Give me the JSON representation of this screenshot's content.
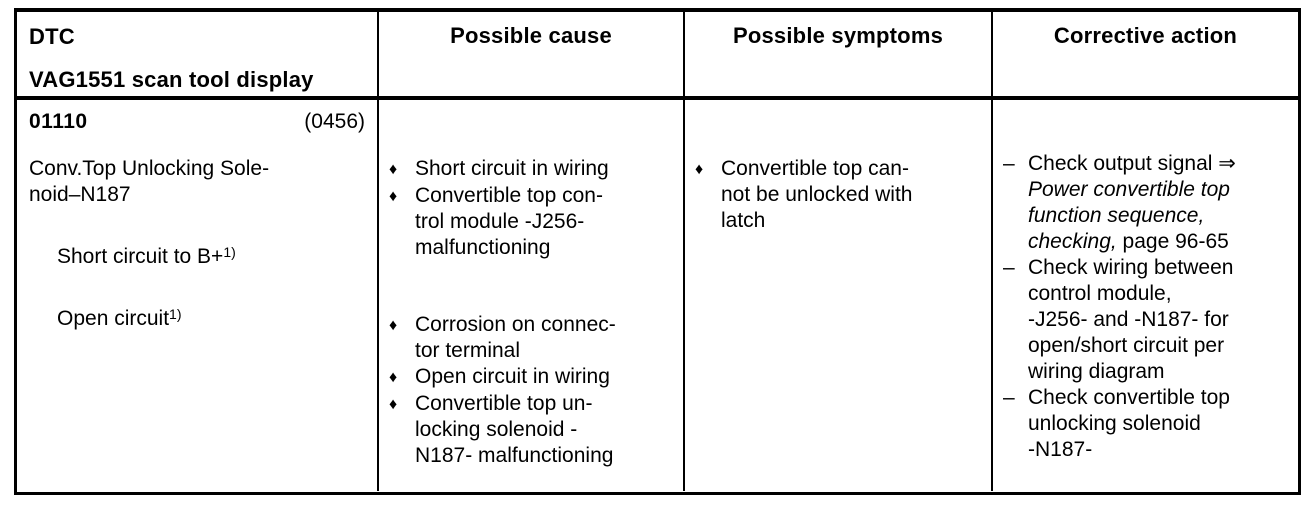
{
  "glyphs": {
    "diamond_bullet": "♦",
    "dash_bullet": "–"
  },
  "table": {
    "header": {
      "dtc_line1": "DTC",
      "dtc_line2": "VAG1551 scan tool display",
      "possible_cause": "Possible cause",
      "possible_symptoms": "Possible symptoms",
      "corrective_action": "Corrective action"
    },
    "row": {
      "dtc": {
        "code": "01110",
        "code_paren": "(0456)",
        "name": "Conv.Top Unlocking Sole-\nnoid–N187",
        "conditions": [
          {
            "text": "Short circuit to B+",
            "sup": "1)"
          },
          {
            "text": "Open circuit",
            "sup": "1)"
          }
        ]
      },
      "causes": {
        "group1": [
          "Short circuit in wiring",
          "Convertible top con-\ntrol module -J256-\nmalfunctioning"
        ],
        "group2": [
          "Corrosion on connec-\ntor terminal",
          "Open circuit in wiring",
          "Convertible top un-\nlocking solenoid -\nN187- malfunctioning"
        ]
      },
      "symptoms": {
        "items": [
          "Convertible top can-\nnot be unlocked with\nlatch"
        ]
      },
      "actions": {
        "item1": {
          "lead": "Check output signal ⇒\n",
          "italic_ref": "Power convertible top\nfunction sequence,\nchecking,",
          "tail": " page 96-65"
        },
        "item2": "Check wiring between\ncontrol module,\n-J256- and -N187- for\nopen/short circuit per\nwiring diagram",
        "item3": "Check convertible top\nunlocking solenoid\n-N187-"
      }
    }
  }
}
